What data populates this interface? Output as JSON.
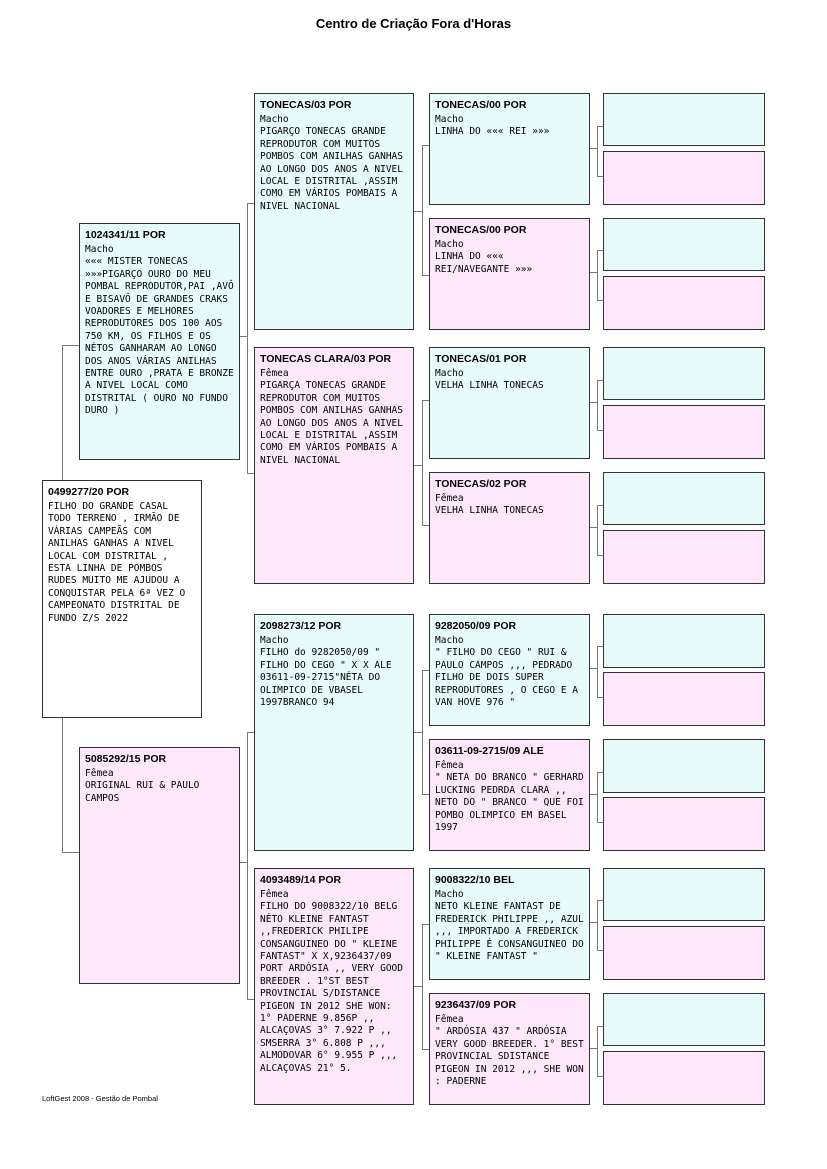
{
  "title": "Centro de Criação Fora d'Horas",
  "footer": "LoftGest 2008 - Gestão de Pombal",
  "subject": {
    "id": "0499277/20 POR",
    "desc": "FILHO DO GRANDE CASAL TODO TERRENO , IRMÃO DE VÁRIAS CAMPEÃS COM ANILHAS GANHAS A NIVEL LOCAL COM DISTRITAL , ESTA LINHA DE POMBOS RUDES MUITO ME AJUDOU A CONQUISTAR PELA 6ª VEZ O CAMPEONATO DISTRITAL DE FUNDO Z/S 2022"
  },
  "sire": {
    "id": "1024341/11 POR",
    "sex": "Macho",
    "desc": "««« MISTER TONECAS »»»PIGARÇO OURO DO MEU POMBAL REPRODUTOR,PAI ,AVÔ E BISAVÔ DE GRANDES CRAKS VOADORES E MELHORES REPRODUTORES DOS 100 AOS 750 KM, OS FILHOS E OS NÉTOS GANHARAM AO LONGO DOS ANOS VÁRIAS ANILHAS ENTRE OURO ,PRATA E BRONZE A NIVEL LOCAL COMO DISTRITAL ( OURO NO FUNDO DURO )"
  },
  "dam": {
    "id": "5085292/15 POR",
    "sex": "Fêmea",
    "desc": "ORIGINAL RUI & PAULO CAMPOS"
  },
  "gen2": {
    "ss": {
      "id": "TONECAS/03 POR",
      "sex": "Macho",
      "desc": "PIGARÇO TONECAS GRANDE REPRODUTOR COM MUITOS POMBOS COM ANILHAS GANHAS AO LONGO DOS ANOS A NIVEL LOCAL E DISTRITAL ,ASSIM COMO EM VÁRIOS POMBAIS A NIVEL NACIONAL"
    },
    "sd": {
      "id": "TONECAS CLARA/03 POR",
      "sex": "Fêmea",
      "desc": "PIGARÇA TONECAS GRANDE REPRODUTOR COM MUITOS POMBOS COM ANILHAS GANHAS AO LONGO DOS ANOS A NIVEL LOCAL E DISTRITAL ,ASSIM COMO EM VÁRIOS POMBAIS A NIVEL NACIONAL"
    },
    "ds": {
      "id": "2098273/12 POR",
      "sex": "Macho",
      "desc": "FILHO do 9282050/09 \" FILHO DO CEGO \" X X ALE 03611-09-2715\"NÉTA DO OLIMPICO DE VBASEL 1997BRANCO 94"
    },
    "dd": {
      "id": "4093489/14 POR",
      "sex": "Fêmea",
      "desc": "FILHO DO 9008322/10 BELG NÉTO KLEINE FANTAST ,,FREDERICK PHILIPE CONSANGUINEO DO \" KLEINE FANTAST\" X X,9236437/09 PORT ARDÓSIA ,, VERY GOOD BREEDER . 1°ST BEST PROVINCIAL S/DISTANCE PIGEON IN 2012 SHE WON: 1° PADERNE 9.856P ,, ALCAÇOVAS 3° 7.922 P ,, SMSERRA 3° 6.808 P ,,, ALMODOVAR 6° 9.955 P ,,, ALCAÇOVAS 21° 5."
    }
  },
  "gen3": {
    "sss": {
      "id": "TONECAS/00 POR",
      "sex": "Macho",
      "desc": "LINHA DO ««« REI »»»"
    },
    "ssd": {
      "id": "TONECAS/00 POR",
      "sex": "Macho",
      "desc": "LINHA DO «««\nREI/NAVEGANTE »»»"
    },
    "sds": {
      "id": "TONECAS/01 POR",
      "sex": "Macho",
      "desc": "VELHA LINHA TONECAS"
    },
    "sdd": {
      "id": "TONECAS/02 POR",
      "sex": "Fêmea",
      "desc": "VELHA LINHA TONECAS"
    },
    "dss": {
      "id": "9282050/09 POR",
      "sex": "Macho",
      "desc": "\" FILHO DO CEGO \" RUI & PAULO CAMPOS ,,, PEDRADO FILHO DE DOIS SUPER REPRODUTORES , O CEGO E A VAN HOVE 976 \""
    },
    "dsd": {
      "id": "03611-09-2715/09 ALE",
      "sex": "Fêmea",
      "desc": "\" NETA DO BRANCO \" GERHARD LUCKING PEDRDA CLARA ,, NETO DO \" BRANCO \" QUE FOI POMBO OLIMPICO EM BASEL 1997"
    },
    "dds": {
      "id": "9008322/10 BEL",
      "sex": "Macho",
      "desc": "NETO KLEINE FANTAST DE FREDERICK PHILIPPE ,, AZUL ,,, IMPORTADO A FREDERICK PHILIPPE É CONSANGUINEO DO \" KLEINE FANTAST \""
    },
    "ddd": {
      "id": "9236437/09 POR",
      "sex": "Fêmea",
      "desc": "\" ARDÓSIA 437 \" ARDÓSIA VERY GOOD BREEDER. 1° BEST PROVINCIAL SDISTANCE PIGEON IN 2012 ,,, SHE WON : PADERNE"
    }
  },
  "colors": {
    "male": "#e8fbfb",
    "female": "#fde8fb",
    "border": "#333333",
    "line": "#7a7a7a"
  }
}
